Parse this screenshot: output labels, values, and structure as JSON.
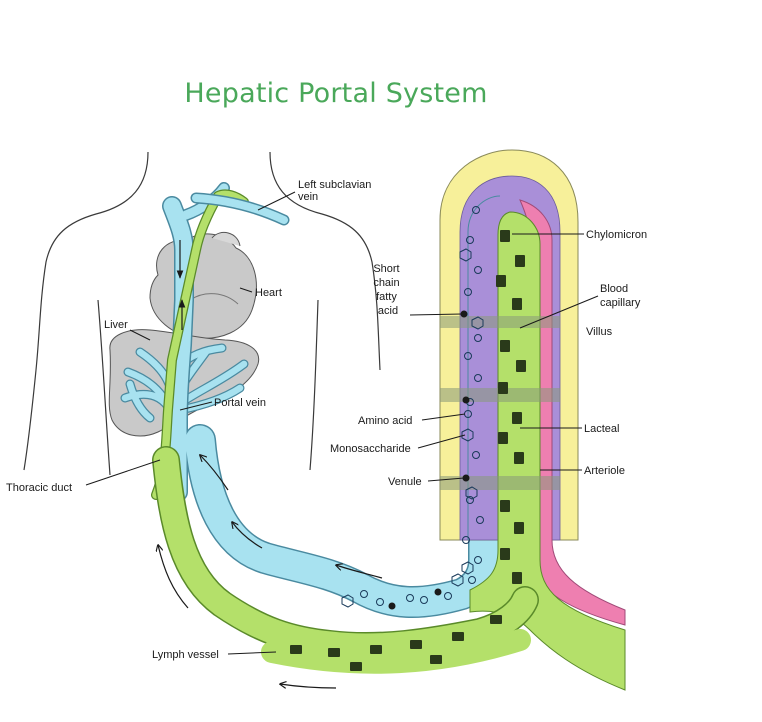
{
  "title": "Hepatic Portal System",
  "colors": {
    "title": "#4aa85a",
    "lymph": "#b4e06a",
    "blood_vein": "#a8e2f0",
    "villus_outer": "#f7f09a",
    "artery": "#ee7fb0",
    "purple_band": "#a98fd8",
    "organ_gray": "#c9c9c9"
  },
  "labels": {
    "left_subclavian": [
      "Left subclavian",
      "vein"
    ],
    "heart": "Heart",
    "liver": "Liver",
    "portal_vein": "Portal vein",
    "thoracic_duct": "Thoracic duct",
    "lymph_vessel": "Lymph vessel",
    "short_chain": [
      "Short",
      "chain",
      "fatty",
      "acid"
    ],
    "amino_acid": "Amino acid",
    "monosaccharide": "Monosaccharide",
    "venule": "Venule",
    "chylomicron": "Chylomicron",
    "blood_capillary": [
      "Blood",
      "capillary"
    ],
    "villus": "Villus",
    "lacteal": "Lacteal",
    "arteriole": "Arteriole"
  }
}
